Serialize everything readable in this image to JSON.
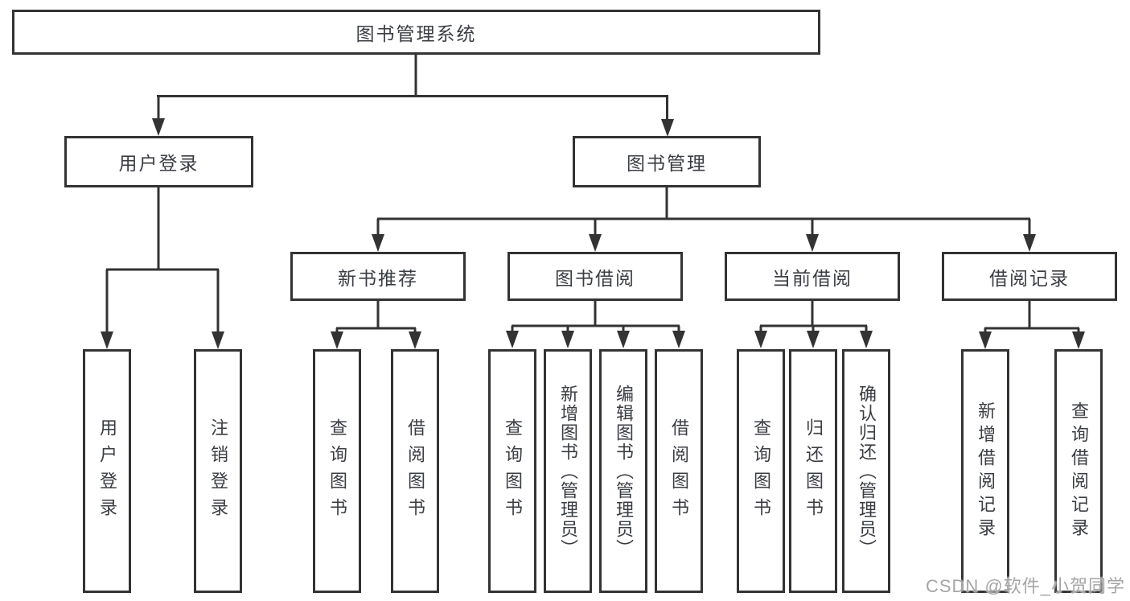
{
  "diagram": {
    "watermark": "CSDN @软件_小贺同学",
    "colors": {
      "line": "#333333",
      "box_border": "#333333",
      "text": "#3a3d42",
      "background": "#ffffff",
      "watermark": "#a5a5a5"
    },
    "nodes": {
      "root": {
        "label": "图书管理系统"
      },
      "user_login": {
        "label": "用户登录"
      },
      "book_mgmt": {
        "label": "图书管理"
      },
      "new_book_rec": {
        "label": "新书推荐"
      },
      "book_borrow": {
        "label": "图书借阅"
      },
      "current_borrow": {
        "label": "当前借阅"
      },
      "borrow_record": {
        "label": "借阅记录"
      },
      "leaf_user_login": {
        "label": "用户登录"
      },
      "leaf_logout": {
        "label": "注销登录"
      },
      "leaf_nb_query": {
        "label": "查询图书"
      },
      "leaf_nb_borrow": {
        "label": "借阅图书"
      },
      "leaf_bb_query": {
        "label": "查询图书"
      },
      "leaf_bb_add": {
        "label": "新增图书（管理员）"
      },
      "leaf_bb_edit": {
        "label": "编辑图书（管理员）"
      },
      "leaf_bb_borrow": {
        "label": "借阅图书"
      },
      "leaf_cb_query": {
        "label": "查询图书"
      },
      "leaf_cb_return": {
        "label": "归还图书"
      },
      "leaf_cb_confirm": {
        "label": "确认归还（管理员）"
      },
      "leaf_br_add": {
        "label": "新增借阅记录"
      },
      "leaf_br_query": {
        "label": "查询借阅记录"
      }
    },
    "hierarchy": {
      "图书管理系统": {
        "用户登录": [
          "用户登录",
          "注销登录"
        ],
        "图书管理": {
          "新书推荐": [
            "查询图书",
            "借阅图书"
          ],
          "图书借阅": [
            "查询图书",
            "新增图书（管理员）",
            "编辑图书（管理员）",
            "借阅图书"
          ],
          "当前借阅": [
            "查询图书",
            "归还图书",
            "确认归还（管理员）"
          ],
          "借阅记录": [
            "新增借阅记录",
            "查询借阅记录"
          ]
        }
      }
    }
  }
}
